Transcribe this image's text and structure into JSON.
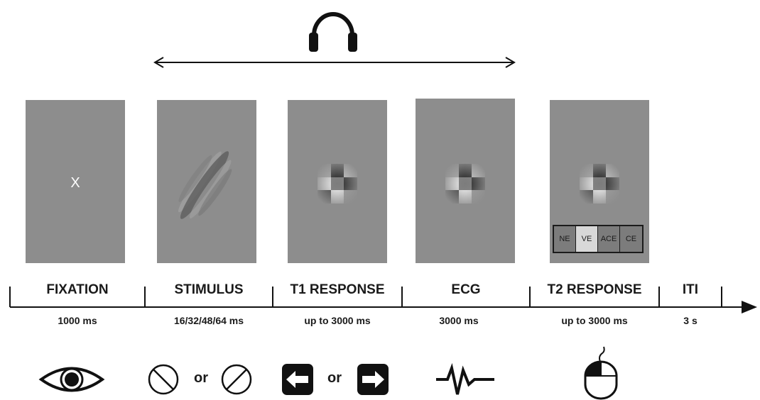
{
  "phases": [
    {
      "label": "FIXATION",
      "duration": "1000 ms"
    },
    {
      "label": "STIMULUS",
      "duration": "16/32/48/64 ms"
    },
    {
      "label": "T1 RESPONSE",
      "duration": "up to 3000  ms"
    },
    {
      "label": "ECG",
      "duration": "3000  ms"
    },
    {
      "label": "T2 RESPONSE",
      "duration": "up to 3000  ms"
    },
    {
      "label": "ITI",
      "duration": "3 s"
    }
  ],
  "fixation_mark": "X",
  "t2_choices": [
    {
      "label": "NE",
      "selected": false
    },
    {
      "label": "VE",
      "selected": true
    },
    {
      "label": "ACE",
      "selected": false
    },
    {
      "label": "CE",
      "selected": false
    }
  ],
  "or_text": "or",
  "icons": [
    "headphones-icon",
    "eye-icon",
    "backslash-circle-icon",
    "slash-circle-icon",
    "left-arrow-key-icon",
    "right-arrow-key-icon",
    "ecg-waveform-icon",
    "mouse-icon"
  ],
  "colors": {
    "panel": "#8d8d8d",
    "ink": "#1a1a1a"
  }
}
